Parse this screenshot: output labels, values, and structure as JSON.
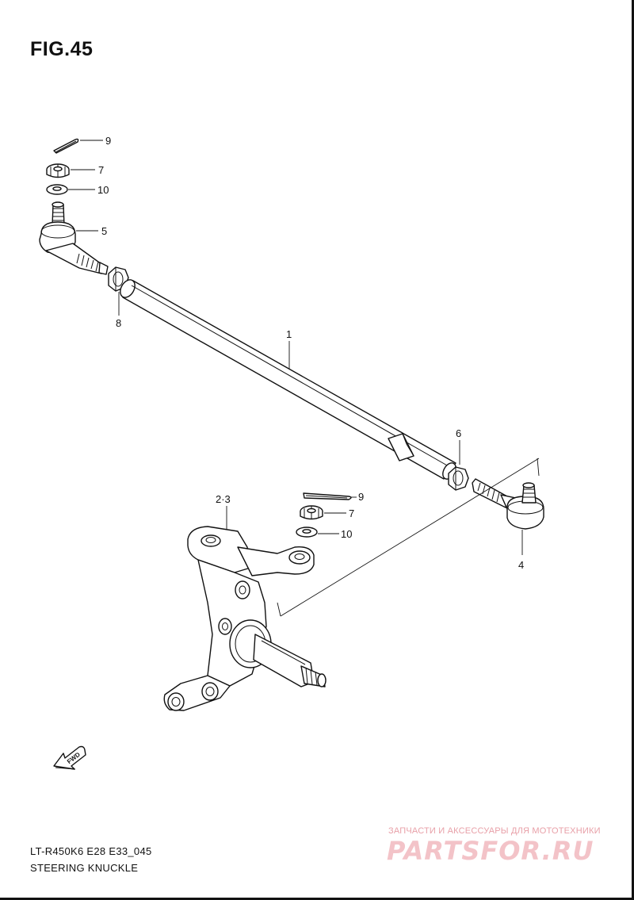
{
  "figure": {
    "title": "FIG.45"
  },
  "callouts": {
    "c1": "1",
    "c23": "2·3",
    "c4": "4",
    "c5": "5",
    "c6": "6",
    "c7a": "7",
    "c7b": "7",
    "c8": "8",
    "c9a": "9",
    "c9b": "9",
    "c10a": "10",
    "c10b": "10"
  },
  "fwd": {
    "label": "FWD"
  },
  "footer": {
    "model": "LT-R450K6 E28 E33_045",
    "section": "STEERING KNUCKLE"
  },
  "watermark": {
    "tagline": "ЗАПЧАСТИ И АКСЕССУАРЫ ДЛЯ МОТОТЕХНИКИ",
    "logo": "PARTSFOR.RU"
  }
}
